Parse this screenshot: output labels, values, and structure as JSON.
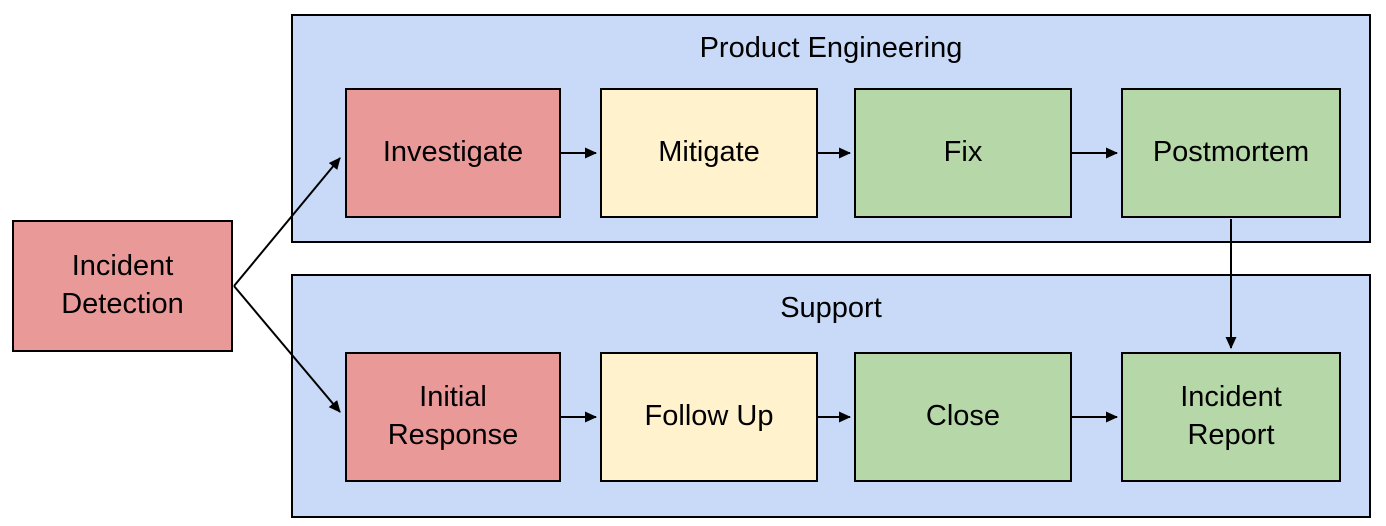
{
  "diagram": {
    "type": "flowchart-swimlanes",
    "colors": {
      "background": "#ffffff",
      "lane_fill": "#c9daf8",
      "node_red": "#ea9999",
      "node_yellow": "#fff2cc",
      "node_green": "#b6d7a8",
      "border": "#000000",
      "text": "#000000",
      "arrow": "#000000"
    },
    "lanes": [
      {
        "id": "product-engineering",
        "title": "Product Engineering"
      },
      {
        "id": "support",
        "title": "Support"
      }
    ],
    "nodes": {
      "incident_detection": {
        "label": "Incident Detection",
        "color": "#ea9999",
        "lane": ""
      },
      "investigate": {
        "label": "Investigate",
        "color": "#ea9999",
        "lane": "Product Engineering"
      },
      "mitigate": {
        "label": "Mitigate",
        "color": "#fff2cc",
        "lane": "Product Engineering"
      },
      "fix": {
        "label": "Fix",
        "color": "#b6d7a8",
        "lane": "Product Engineering"
      },
      "postmortem": {
        "label": "Postmortem",
        "color": "#b6d7a8",
        "lane": "Product Engineering"
      },
      "initial_response": {
        "label": "Initial Response",
        "color": "#ea9999",
        "lane": "Support"
      },
      "follow_up": {
        "label": "Follow Up",
        "color": "#fff2cc",
        "lane": "Support"
      },
      "close": {
        "label": "Close",
        "color": "#b6d7a8",
        "lane": "Support"
      },
      "incident_report": {
        "label": "Incident Report",
        "color": "#b6d7a8",
        "lane": "Support"
      }
    },
    "edges": [
      {
        "from": "Incident Detection",
        "to": "Investigate"
      },
      {
        "from": "Incident Detection",
        "to": "Initial Response"
      },
      {
        "from": "Investigate",
        "to": "Mitigate"
      },
      {
        "from": "Mitigate",
        "to": "Fix"
      },
      {
        "from": "Fix",
        "to": "Postmortem"
      },
      {
        "from": "Postmortem",
        "to": "Incident Report"
      },
      {
        "from": "Initial Response",
        "to": "Follow Up"
      },
      {
        "from": "Follow Up",
        "to": "Close"
      },
      {
        "from": "Close",
        "to": "Incident Report"
      }
    ]
  }
}
